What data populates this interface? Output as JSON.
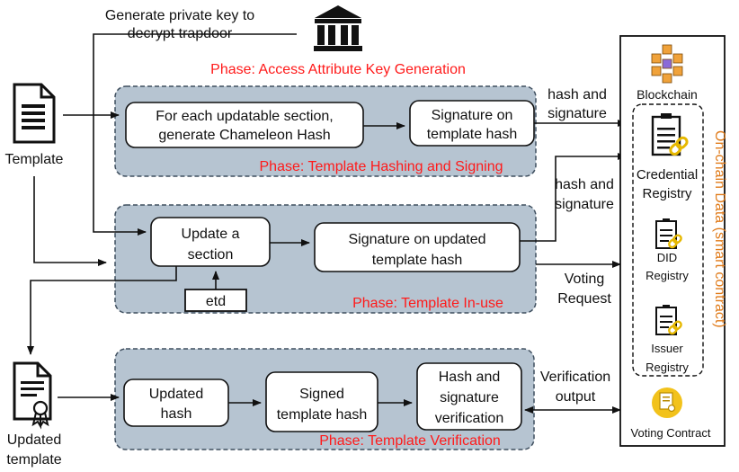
{
  "top_note": [
    "Generate private key to",
    "decrypt trapdoor"
  ],
  "phases": {
    "access": "Phase: Access Attribute Key Generation",
    "hashing": "Phase: Template Hashing and Signing",
    "inuse": "Phase: Template In-use",
    "verification": "Phase: Template Verification"
  },
  "actors": {
    "template": "Template",
    "updated_template": [
      "Updated",
      "template"
    ]
  },
  "boxes": {
    "chameleon": [
      "For each updatable section,",
      "generate Chameleon Hash"
    ],
    "sig_template": [
      "Signature on",
      "template hash"
    ],
    "update_section": [
      "Update a",
      "section"
    ],
    "sig_updated": [
      "Signature on updated",
      "template hash"
    ],
    "etd": "etd",
    "updated_hash": [
      "Updated",
      "hash"
    ],
    "signed_hash": [
      "Signed",
      "template hash"
    ],
    "hash_verif": [
      "Hash and",
      "signature",
      "verification"
    ]
  },
  "arrow_labels": {
    "hs1": [
      "hash and",
      "signature"
    ],
    "hs2": [
      "hash and",
      "signature"
    ],
    "voting": [
      "Voting",
      "Request"
    ],
    "verif": [
      "Verification",
      "output"
    ]
  },
  "blockchain": {
    "title": "Blockchain",
    "side_label": "On-chain Data (smart contract)",
    "registries": [
      [
        "Credential",
        "Registry"
      ],
      [
        "DID",
        "Registry"
      ],
      [
        "Issuer",
        "Registry"
      ]
    ],
    "voting_contract": "Voting Contract"
  },
  "colors": {
    "phase_red": "#ff1a1a",
    "panel_fill": "#b6c4d1",
    "onchain_orange": "#e07b1a",
    "contract_yellow": "#f2c21b"
  }
}
